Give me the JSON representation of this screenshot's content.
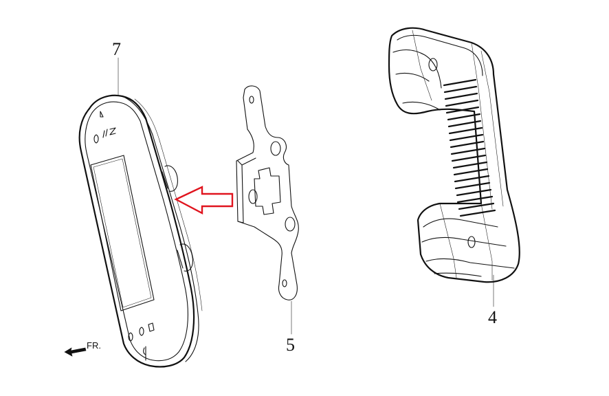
{
  "diagram": {
    "callouts": [
      {
        "id": "7",
        "label": "7"
      },
      {
        "id": "5",
        "label": "5"
      },
      {
        "id": "4",
        "label": "4"
      }
    ],
    "direction_label": "FR.",
    "arrow_color": "#e0141e",
    "line_color": "#111111"
  }
}
